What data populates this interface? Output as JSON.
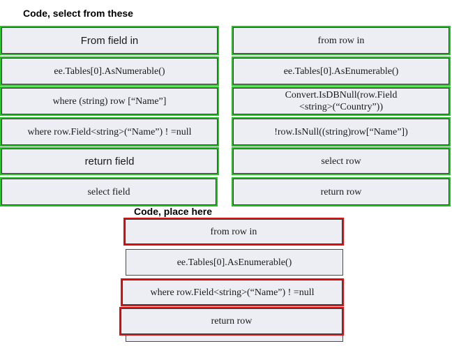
{
  "headings": {
    "select": "Code, select from these",
    "place": "Code, place here"
  },
  "source_left": [
    "From field in",
    "ee.Tables[0].AsNumerable()",
    "where (string) row [“Name”]",
    "where row.Field<string>(“Name”) ! =null",
    "return field",
    "select field"
  ],
  "source_right": [
    "from row in",
    "ee.Tables[0].AsEnumerable()",
    "Convert.IsDBNull(row.Field <string>(“Country”))",
    "!row.IsNull((string)row[“Name”])",
    "select row",
    "return row"
  ],
  "target": [
    "from row in",
    "ee.Tables[0].AsEnumerable()",
    "where row.Field<string>(“Name”) ! =null",
    "return row"
  ],
  "colors": {
    "box_fill": "#eceef4",
    "available_outline": "#22c422",
    "placed_outline": "#e01010"
  }
}
